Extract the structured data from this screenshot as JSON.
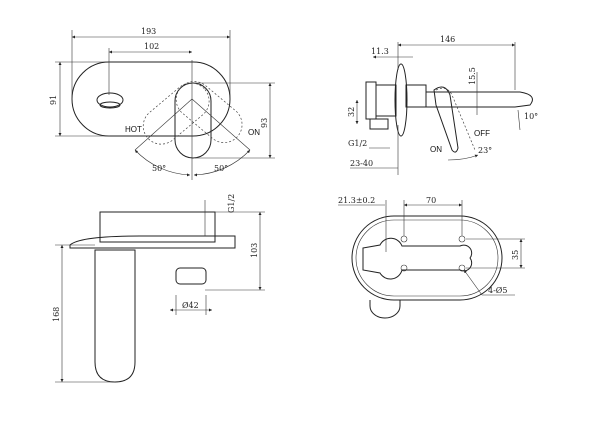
{
  "front_view": {
    "width": "193",
    "spout_offset": "102",
    "plate_height": "91",
    "handle_height": "93",
    "hot": "HOT",
    "on": "ON",
    "angle_left": "50°",
    "angle_right": "50°"
  },
  "side_view": {
    "spout_length": "146",
    "plate_thickness": "11.3",
    "spout_height": "15.5",
    "body_height": "32",
    "thread": "G1/2",
    "wall_depth": "23-40",
    "spout_angle": "10°",
    "off": "OFF",
    "on": "ON",
    "lever_angle": "23°"
  },
  "elevation_view": {
    "thread": "G1/2",
    "height": "103",
    "total_height": "168",
    "spout_diameter": "Ø42"
  },
  "rear_view": {
    "offset": "21.3±0.2",
    "hole_spacing": "70",
    "hole_vertical": "35",
    "holes": "4-Ø5"
  }
}
